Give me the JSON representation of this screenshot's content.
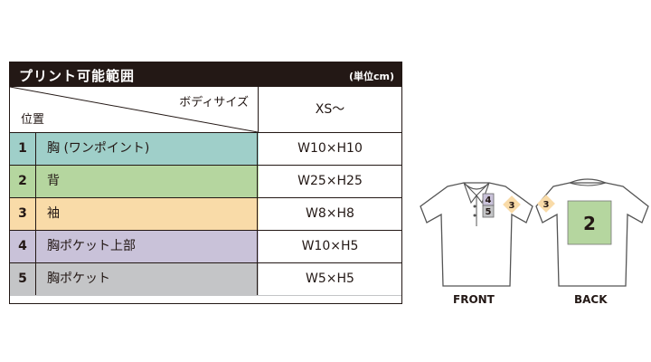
{
  "table": {
    "title": "プリント可能範囲",
    "unit": "(単位cm)",
    "body_size_label": "ボディサイズ",
    "position_label": "位置",
    "size_header": "XS〜",
    "rows": [
      {
        "num": "1",
        "position": "胸 (ワンポイント)",
        "value": "W10×H10",
        "color": "#9fcfc9"
      },
      {
        "num": "2",
        "position": "背",
        "value": "W25×H25",
        "color": "#b5d69f"
      },
      {
        "num": "3",
        "position": "袖",
        "value": "W8×H8",
        "color": "#f9dba8"
      },
      {
        "num": "4",
        "position": "胸ポケット上部",
        "value": "W10×H5",
        "color": "#c9c2d9"
      },
      {
        "num": "5",
        "position": "胸ポケット",
        "value": "W5×H5",
        "color": "#c4c5c7"
      }
    ]
  },
  "illustration": {
    "front_label": "FRONT",
    "back_label": "BACK",
    "front_markers": {
      "chest_top": "4",
      "pocket": "5",
      "sleeve": "3"
    },
    "back_markers": {
      "back": "2",
      "sleeve": "3"
    }
  }
}
